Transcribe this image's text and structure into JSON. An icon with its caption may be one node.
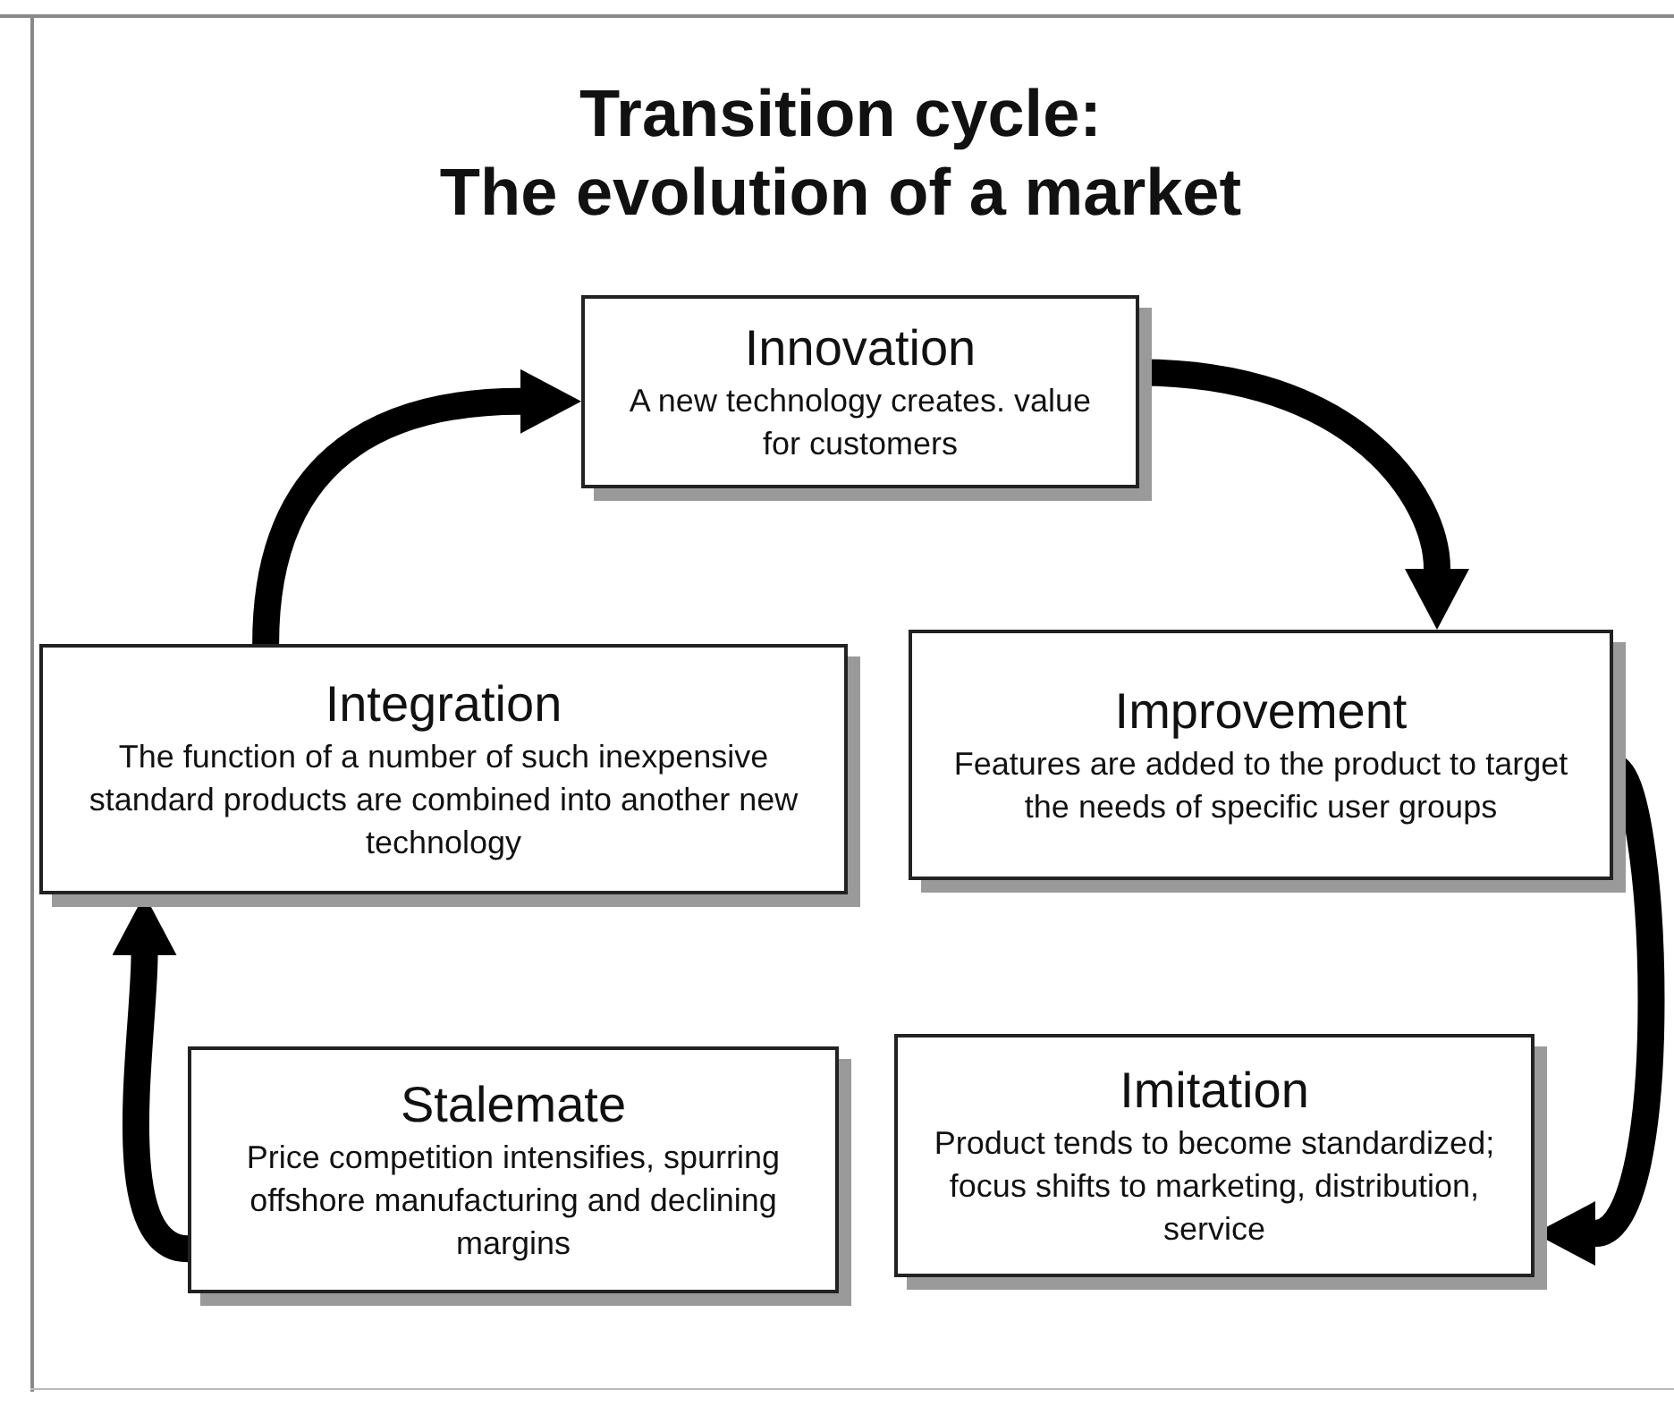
{
  "diagram": {
    "title": "Transition cycle: The evolution of a market",
    "nodes": [
      {
        "text": [
          "Innovation",
          "A new technology creates. value for customers"
        ]
      },
      {
        "text": [
          "Integration",
          "The function of a number of such inexpensive standard products are combined into another new technology"
        ]
      },
      {
        "text": [
          "Improvement",
          "Features are added to the product to target the needs of specific user groups"
        ]
      },
      {
        "text": [
          "Stalemate",
          "Price competition intensifies, spurring offshore manufacturing and declining margins"
        ]
      },
      {
        "text": [
          "Imitation",
          "Product tends to become standardized; focus shifts to marketing, distribution, service"
        ]
      }
    ],
    "edges": [
      {
        "from": 1,
        "to": 0,
        "arrow": "to"
      },
      {
        "from": 0,
        "to": 2,
        "arrow": "to"
      },
      {
        "from": 2,
        "to": 4,
        "arrow": "to"
      },
      {
        "from": 3,
        "to": 1,
        "arrow": "to"
      }
    ]
  }
}
